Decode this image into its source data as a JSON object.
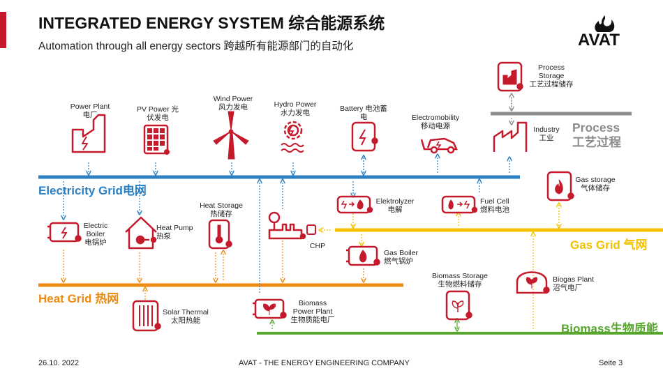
{
  "header": {
    "title": "INTEGRATED ENERGY SYSTEM 综合能源系统",
    "subtitle": "Automation through all energy sectors 跨越所有能源部门的自动化",
    "logo_text": "AVAT"
  },
  "grids": {
    "electricity": "Electricity Grid电网",
    "gas": "Gas Grid 气网",
    "heat": "Heat Grid 热网",
    "biomass": "Biomass生物质能",
    "process": [
      "Process",
      "工艺过程"
    ]
  },
  "nodes": {
    "power_plant": [
      "Power Plant",
      "电厂"
    ],
    "pv_power": [
      "PV Power 光",
      "伏发电"
    ],
    "wind_power": [
      "Wind Power",
      "风力发电"
    ],
    "hydro_power": [
      "Hydro Power",
      "水力发电"
    ],
    "battery": [
      "Battery 电池蓄",
      "电"
    ],
    "electromobility": [
      "Electromobility",
      "移动电源"
    ],
    "process_storage": [
      "Process",
      "Storage",
      "工艺过程储存"
    ],
    "industry": [
      "Industry",
      "工业"
    ],
    "gas_storage": [
      "Gas storage",
      "气体储存"
    ],
    "elektrolyzer": [
      "Elektrolyzer",
      "电解"
    ],
    "fuel_cell": [
      "Fuel Cell",
      "燃料电池"
    ],
    "electric_boiler": [
      "Electric",
      "Boiler",
      "电锅炉"
    ],
    "heat_pump": [
      "Heat Pump",
      "热泵"
    ],
    "heat_storage": [
      "Heat Storage",
      "热储存"
    ],
    "chp": "CHP",
    "gas_boiler": [
      "Gas Boiler",
      "燃气锅炉"
    ],
    "biomass_storage": [
      "Biomass Storage",
      "生物燃料储存"
    ],
    "biogas_plant": [
      "Biogas Plant",
      "沼气电厂"
    ],
    "solar_thermal": [
      "Solar Thermal",
      "太阳热能"
    ],
    "biomass_power_plant": [
      "Biomass",
      "Power Plant",
      "生物质能电厂"
    ]
  },
  "footer": {
    "date": "26.10. 2022",
    "company": "AVAT - THE ENERGY ENGINEERING COMPANY",
    "page": "Seite 3"
  },
  "colors": {
    "red": "#c41a2c",
    "electricity": "#2c7fc1",
    "gas": "#f2c200",
    "heat": "#ec8a12",
    "biomass": "#58a630",
    "process": "#8c8c8c"
  }
}
